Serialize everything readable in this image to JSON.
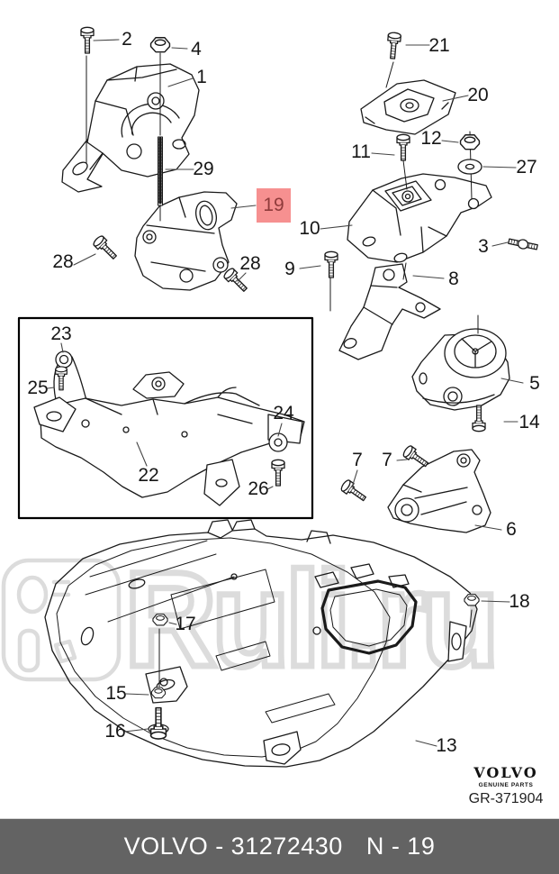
{
  "diagram": {
    "brand": "VOLVO",
    "brand_tagline": "GENUINE PARTS",
    "title_code": "GR-371904"
  },
  "watermark": {
    "text": "Ruli.ru"
  },
  "highlight": {
    "label": "19"
  },
  "callouts": [
    {
      "label": "2"
    },
    {
      "label": "4"
    },
    {
      "label": "1"
    },
    {
      "label": "29"
    },
    {
      "label": "28"
    },
    {
      "label": "28"
    },
    {
      "label": "21"
    },
    {
      "label": "20"
    },
    {
      "label": "12"
    },
    {
      "label": "11"
    },
    {
      "label": "27"
    },
    {
      "label": "10"
    },
    {
      "label": "3"
    },
    {
      "label": "9"
    },
    {
      "label": "8"
    },
    {
      "label": "5"
    },
    {
      "label": "14"
    },
    {
      "label": "7"
    },
    {
      "label": "7"
    },
    {
      "label": "6"
    },
    {
      "label": "23"
    },
    {
      "label": "25"
    },
    {
      "label": "22"
    },
    {
      "label": "24"
    },
    {
      "label": "26"
    },
    {
      "label": "18"
    },
    {
      "label": "17"
    },
    {
      "label": "15"
    },
    {
      "label": "16"
    },
    {
      "label": "13"
    }
  ],
  "footer": {
    "part_line": "VOLVO - 31272430",
    "page_ref": "N - 19"
  },
  "colors": {
    "highlight_bg": "#f69090",
    "highlight_fg": "#8f3b3b",
    "footer_bg": "#636363",
    "line": "#1a1a1a",
    "watermark": "#dcdcdc"
  }
}
